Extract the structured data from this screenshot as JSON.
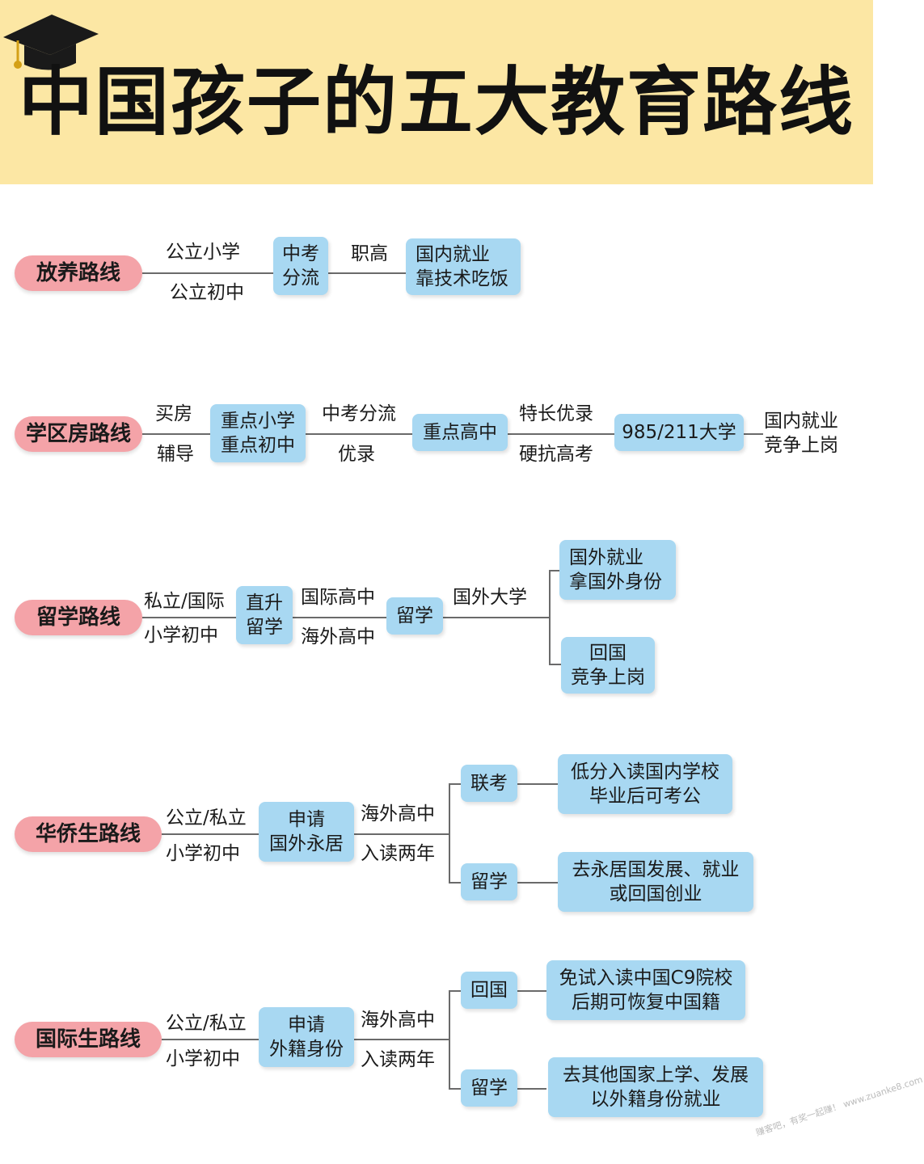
{
  "title": "中国孩子的五大教育路线",
  "watermark": "赚客吧，有奖一起赚！ www.zuanke8.com",
  "colors": {
    "header_bg": "#fce7a4",
    "route_pill": "#f4a3a8",
    "stage_box": "#a8d8f2",
    "line": "#6a6a6a"
  },
  "routes": [
    {
      "name": "放养路线",
      "labels_a": [
        "公立小学",
        "公立初中"
      ],
      "box1": [
        "中考",
        "分流"
      ],
      "label_b": "职高",
      "box2": [
        "国内就业",
        "靠技术吃饭"
      ]
    },
    {
      "name": "学区房路线",
      "labels_a": [
        "买房",
        "辅导"
      ],
      "box1": [
        "重点小学",
        "重点初中"
      ],
      "labels_b": [
        "中考分流",
        "优录"
      ],
      "box2": "重点高中",
      "labels_c": [
        "特长优录",
        "硬抗高考"
      ],
      "box3": "985/211大学",
      "end": [
        "国内就业",
        "竞争上岗"
      ]
    },
    {
      "name": "留学路线",
      "labels_a": [
        "私立/国际",
        "小学初中"
      ],
      "box1": [
        "直升",
        "留学"
      ],
      "labels_b": [
        "国际高中",
        "海外高中"
      ],
      "box2": "留学",
      "label_c": "国外大学",
      "out_top": [
        "国外就业",
        "拿国外身份"
      ],
      "out_bottom": [
        "回国",
        "竞争上岗"
      ]
    },
    {
      "name": "华侨生路线",
      "labels_a": [
        "公立/私立",
        "小学初中"
      ],
      "box1": [
        "申请",
        "国外永居"
      ],
      "labels_b": [
        "海外高中",
        "入读两年"
      ],
      "branch_top": "联考",
      "out_top": [
        "低分入读国内学校",
        "毕业后可考公"
      ],
      "branch_bottom": "留学",
      "out_bottom": [
        "去永居国发展、就业",
        "或回国创业"
      ]
    },
    {
      "name": "国际生路线",
      "labels_a": [
        "公立/私立",
        "小学初中"
      ],
      "box1": [
        "申请",
        "外籍身份"
      ],
      "labels_b": [
        "海外高中",
        "入读两年"
      ],
      "branch_top": "回国",
      "out_top": [
        "免试入读中国C9院校",
        "后期可恢复中国籍"
      ],
      "branch_bottom": "留学",
      "out_bottom": [
        "去其他国家上学、发展",
        "以外籍身份就业"
      ]
    }
  ]
}
